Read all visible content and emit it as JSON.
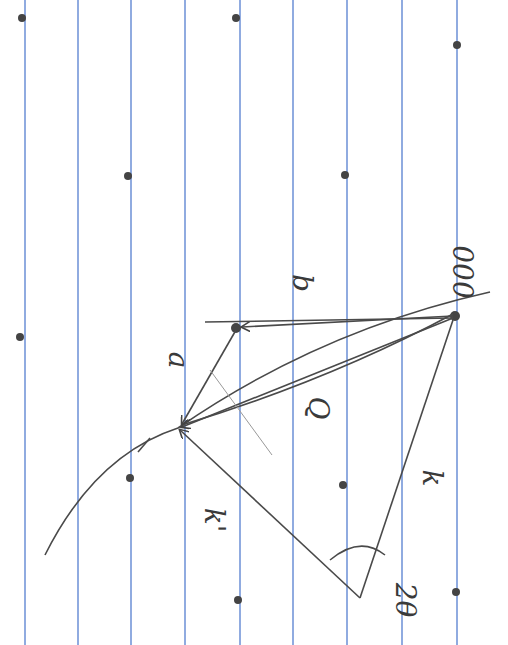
{
  "diagram": {
    "labels": [
      "000",
      "b",
      "a",
      "Q",
      "k'",
      "k",
      "2θ"
    ]
  }
}
